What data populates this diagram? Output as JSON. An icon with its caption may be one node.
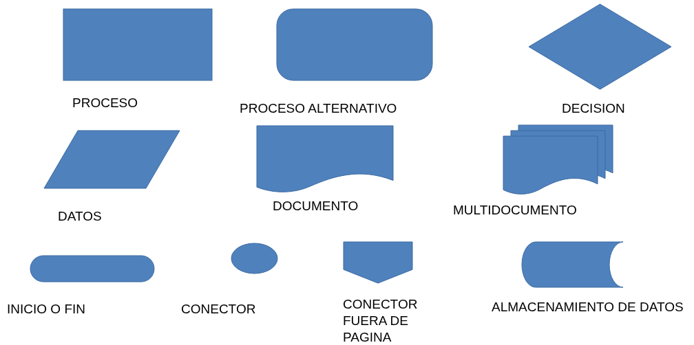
{
  "diagram": {
    "nodes": [
      {
        "text": [
          "PROCESO"
        ]
      },
      {
        "text": [
          "PROCESO ALTERNATIVO"
        ]
      },
      {
        "text": [
          "DECISION"
        ]
      },
      {
        "text": [
          "DATOS"
        ]
      },
      {
        "text": [
          "DOCUMENTO"
        ]
      },
      {
        "text": [
          "MULTIDOCUMENTO"
        ]
      },
      {
        "text": [
          "INICIO O FIN"
        ]
      },
      {
        "text": [
          "CONECTOR"
        ]
      },
      {
        "text": [
          "CONECTOR FUERA DE PAGINA"
        ]
      },
      {
        "text": [
          "ALMACENAMIENTO DE DATOS"
        ]
      }
    ],
    "edges": []
  }
}
